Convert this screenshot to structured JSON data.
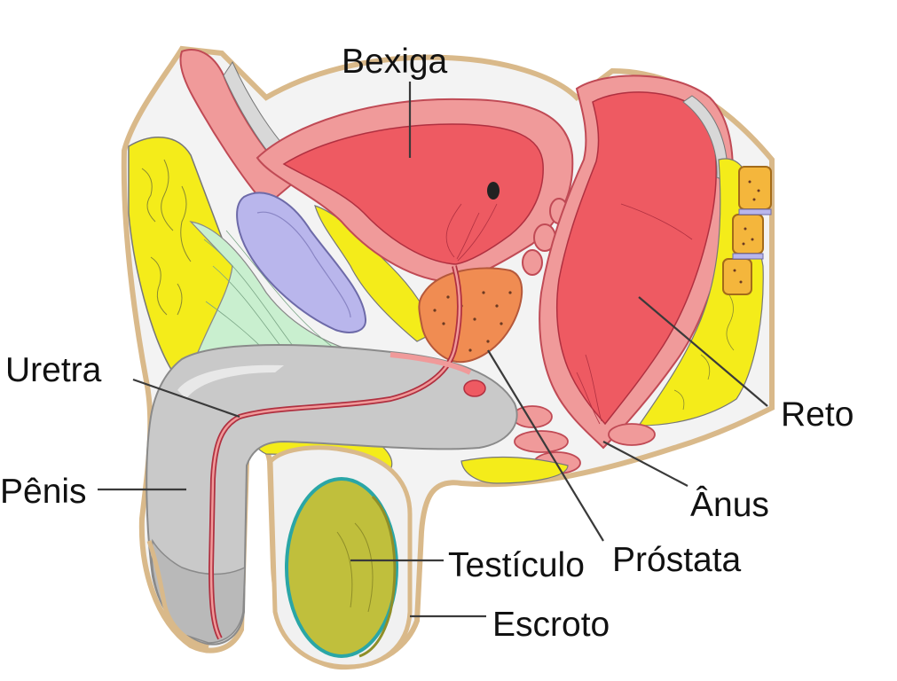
{
  "labels": {
    "bexiga": "Bexiga",
    "uretra": "Uretra",
    "penis": "Pênis",
    "reto": "Reto",
    "anus": "Ânus",
    "testiculo": "Testículo",
    "prostata": "Próstata",
    "escroto": "Escroto"
  },
  "colors": {
    "bladder_wall": "#f09a9a",
    "bladder_lumen": "#ee5a62",
    "rectum": "#ee5a62",
    "fat": "#f4ec1a",
    "prostate": "#f08c52",
    "testis": "#c0bf3c",
    "penis": "#c9c9c9",
    "pubic_bone": "#b9b6ec",
    "muscle": "#c9efcf",
    "vertebra": "#f4b63c",
    "skin": "#d9b98a"
  }
}
